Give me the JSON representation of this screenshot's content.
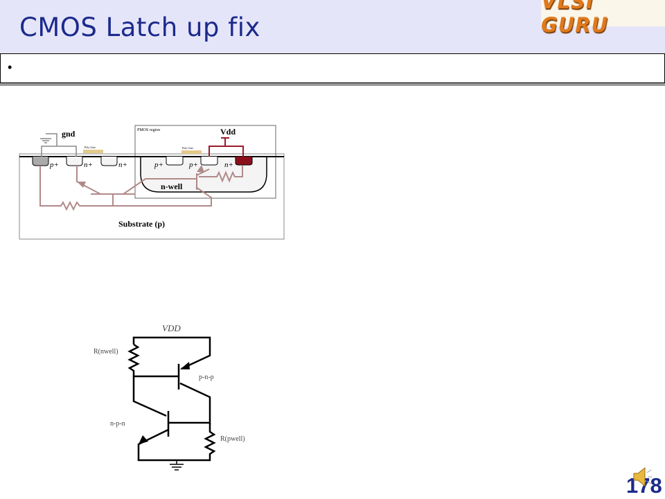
{
  "slide": {
    "title": "CMOS Latch up fix",
    "bullet": "•",
    "page_number": "178",
    "logo_text": "VLSI GURU"
  },
  "cross_section": {
    "gnd": "gnd",
    "vdd": "Vdd",
    "pmos_region": "PMOS region",
    "poly_gate": "Poly Gate",
    "p_plus": "p+",
    "n_plus": "n+",
    "n_well": "n-well",
    "substrate": "Substrate (p)"
  },
  "circuit": {
    "vdd": "VDD",
    "r_nwell": "R(nwell)",
    "r_pwell": "R(pwell)",
    "pnp": "p-n-p",
    "npn": "n-p-n"
  }
}
